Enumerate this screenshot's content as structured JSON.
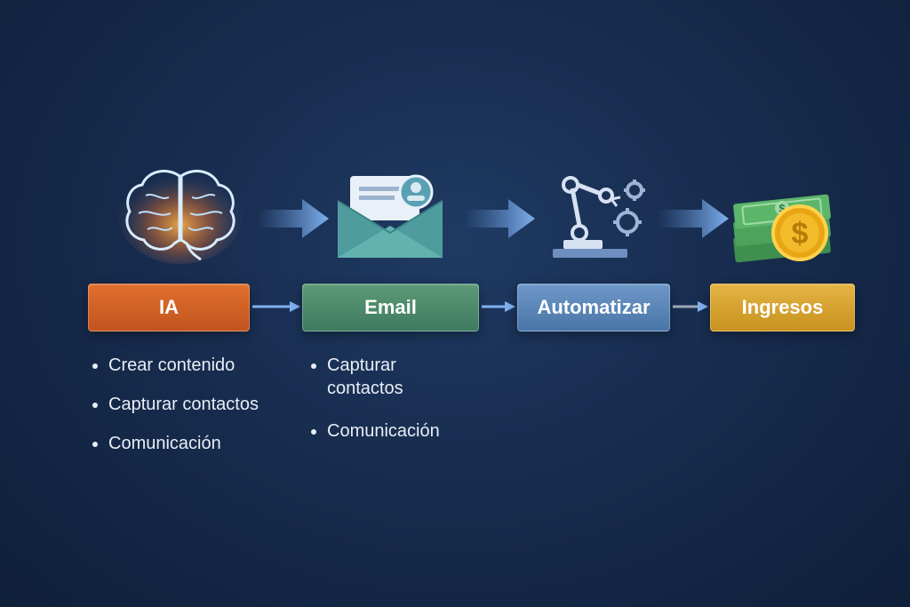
{
  "stages": [
    {
      "label": "IA",
      "icon": "brain-icon",
      "color": "#d9622a"
    },
    {
      "label": "Email",
      "icon": "envelope-icon",
      "color": "#4f8a6c"
    },
    {
      "label": "Automatizar",
      "icon": "robot-arm-icon",
      "color": "#5c88bb"
    },
    {
      "label": "Ingresos",
      "icon": "money-stack-icon",
      "color": "#d9a532"
    }
  ],
  "ia_items": [
    "Crear contenido",
    "Capturar contactos",
    "Comunicación"
  ],
  "email_items": [
    "Capturar contactos",
    "Comunicación"
  ]
}
